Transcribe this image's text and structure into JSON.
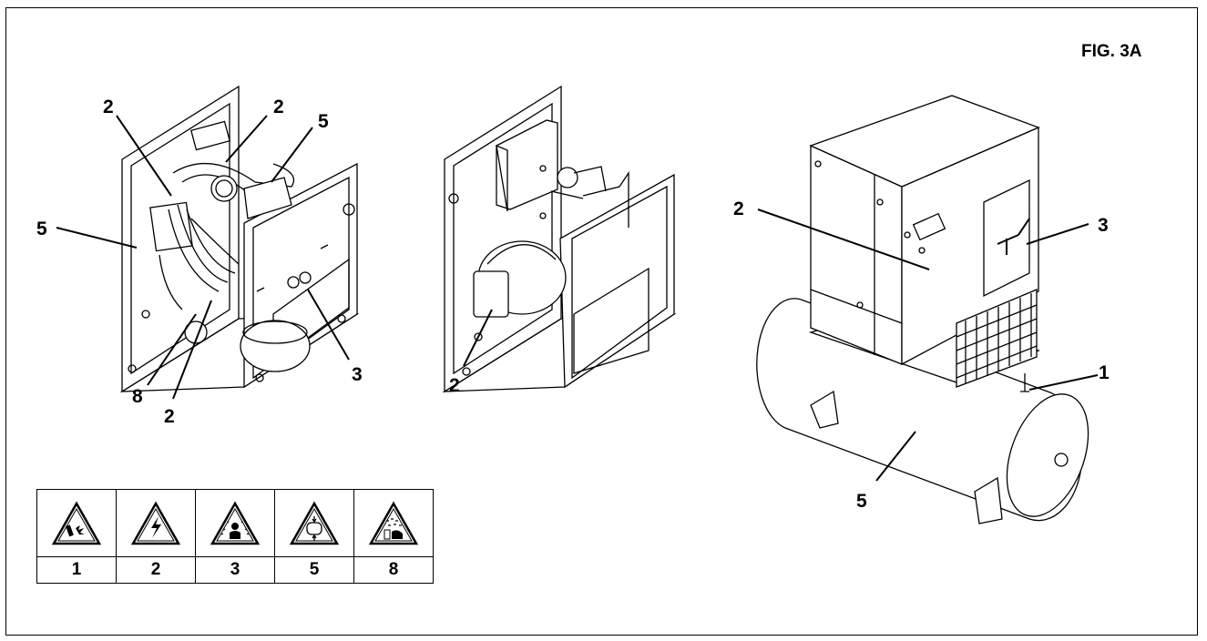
{
  "figure": {
    "title": "FIG. 3A"
  },
  "callouts": {
    "unit_left": [
      "2",
      "2",
      "5",
      "5",
      "8",
      "2",
      "3"
    ],
    "unit_middle": [
      "2"
    ],
    "compressor_tank": [
      "2",
      "3",
      "1",
      "5"
    ]
  },
  "legend": {
    "items": [
      {
        "number": "1",
        "icon": "explosion-hazard-icon"
      },
      {
        "number": "2",
        "icon": "electrical-shock-icon"
      },
      {
        "number": "3",
        "icon": "air-discharge-icon"
      },
      {
        "number": "5",
        "icon": "pressure-vessel-icon"
      },
      {
        "number": "8",
        "icon": "hot-surface-icon"
      }
    ]
  }
}
